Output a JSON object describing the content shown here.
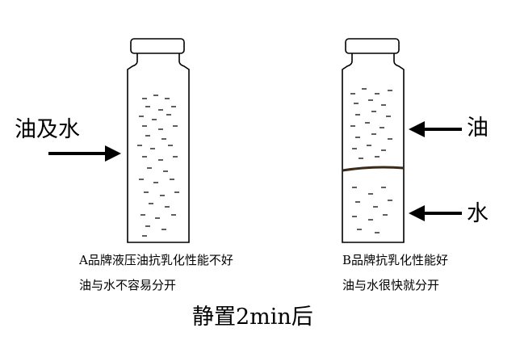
{
  "left_vial": {
    "arrow_label": "油及水",
    "caption_line1": "A品牌液压油抗乳化性能不好",
    "caption_line2": "油与水不容易分开"
  },
  "right_vial": {
    "oil_label": "油",
    "water_label": "水",
    "caption_line1": "B品牌抗乳化性能好",
    "caption_line2": "油与水很快就分开"
  },
  "title": "静置2min后",
  "colors": {
    "stroke": "#000000",
    "interface": "#3a2a1a",
    "background": "#ffffff"
  }
}
